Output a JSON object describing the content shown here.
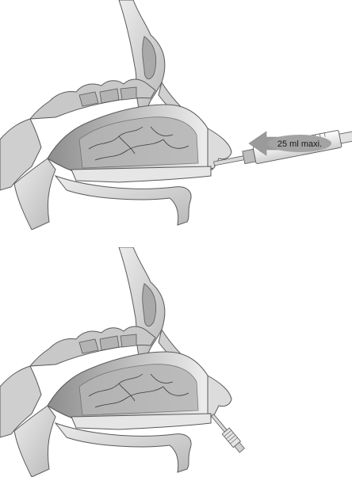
{
  "figures": [
    {
      "id": "top",
      "arrow_label": "25 ml maxi.",
      "device": "syringe"
    },
    {
      "id": "bottom",
      "device": "syringe-tip"
    }
  ],
  "colors": {
    "outline": "#5a5a5a",
    "bone_fill": "#d9d9d9",
    "cavity_fill": "#bdbdbd",
    "arrow_fill": "#9a9a9a",
    "vein": "#3c3c3c"
  }
}
